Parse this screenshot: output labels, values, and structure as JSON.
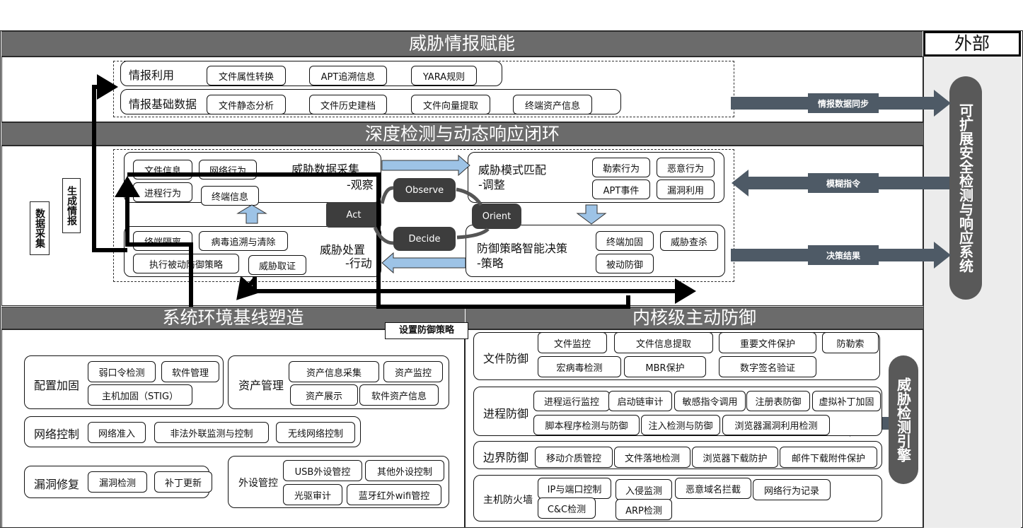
{
  "bands": {
    "top": "威胁情报赋能",
    "middle": "深度检测与动态响应闭环",
    "bottom_left": "系统环境基线塑造",
    "bottom_right": "内核级主动防御",
    "external": "外部"
  },
  "intel": {
    "row1_label": "情报利用",
    "row1_items": [
      "文件属性转换",
      "APT追溯信息",
      "YARA规则"
    ],
    "row2_label": "情报基础数据",
    "row2_items": [
      "文件静态分析",
      "文件历史建档",
      "文件向量提取",
      "终端资产信息"
    ]
  },
  "loop": {
    "collect_title": "威胁数据采集",
    "collect_sub": "-观察",
    "collect_items": [
      "文件信息",
      "网络行为",
      "进程行为",
      "终端信息"
    ],
    "match_title": "威胁模式匹配",
    "match_sub": "-调整",
    "match_items": [
      "勒索行为",
      "恶意行为",
      "APT事件",
      "漏洞利用"
    ],
    "dispose_title": "威胁处置",
    "dispose_sub": "-行动",
    "dispose_items": [
      "终端隔离",
      "病毒追溯与清除",
      "执行被动防御策略",
      "威胁取证"
    ],
    "policy_title": "防御策略智能决策",
    "policy_sub": "-策略",
    "policy_items": [
      "终端加固",
      "威胁查杀",
      "被动防御"
    ],
    "ooda": [
      "Observe",
      "Orient",
      "Decide",
      "Act"
    ]
  },
  "side_labels": {
    "data_collect": "数据采集",
    "gen_intel": "生成情报",
    "external_system": "可扩展安全检测与响应系统",
    "engine": "威胁检测引擎"
  },
  "arrows": {
    "intel_sync": "情报数据同步",
    "fuzzy_cmd": "模糊指令",
    "decision": "决策结果",
    "set_policy": "设置防御策略"
  },
  "baseline": {
    "config_label": "配置加固",
    "config_items": [
      "弱口令检测",
      "软件管理",
      "主机加固（STIG）"
    ],
    "asset_label": "资产管理",
    "asset_items": [
      "资产信息采集",
      "资产监控",
      "资产展示",
      "软件资产信息"
    ],
    "network_label": "网络控制",
    "network_items": [
      "网络准入",
      "非法外联监测与控制",
      "无线网络控制"
    ],
    "vuln_label": "漏洞修复",
    "vuln_items": [
      "漏洞检测",
      "补丁更新"
    ],
    "peripheral_label": "外设管控",
    "peripheral_items": [
      "USB外设管控",
      "其他外设控制",
      "光驱审计",
      "蓝牙红外wifi管控"
    ]
  },
  "kernel": {
    "file_label": "文件防御",
    "file_items": [
      "文件监控",
      "文件信息提取",
      "重要文件保护",
      "防勒索",
      "宏病毒检测",
      "MBR保护",
      "数字签名验证"
    ],
    "process_label": "进程防御",
    "process_items": [
      "进程运行监控",
      "启动链审计",
      "敏感指令调用",
      "注册表防御",
      "虚拟补丁加固",
      "脚本程序检测与防御",
      "注入检测与防御",
      "浏览器漏洞利用检测"
    ],
    "border_label": "边界防御",
    "border_items": [
      "移动介质管控",
      "文件落地检测",
      "浏览器下载防护",
      "邮件下载附件保护"
    ],
    "firewall_label": "主机防火墙",
    "firewall_items": [
      "IP与端口控制",
      "入侵监测",
      "恶意域名拦截",
      "网络行为记录",
      "C&C检测",
      "ARP检测"
    ]
  }
}
